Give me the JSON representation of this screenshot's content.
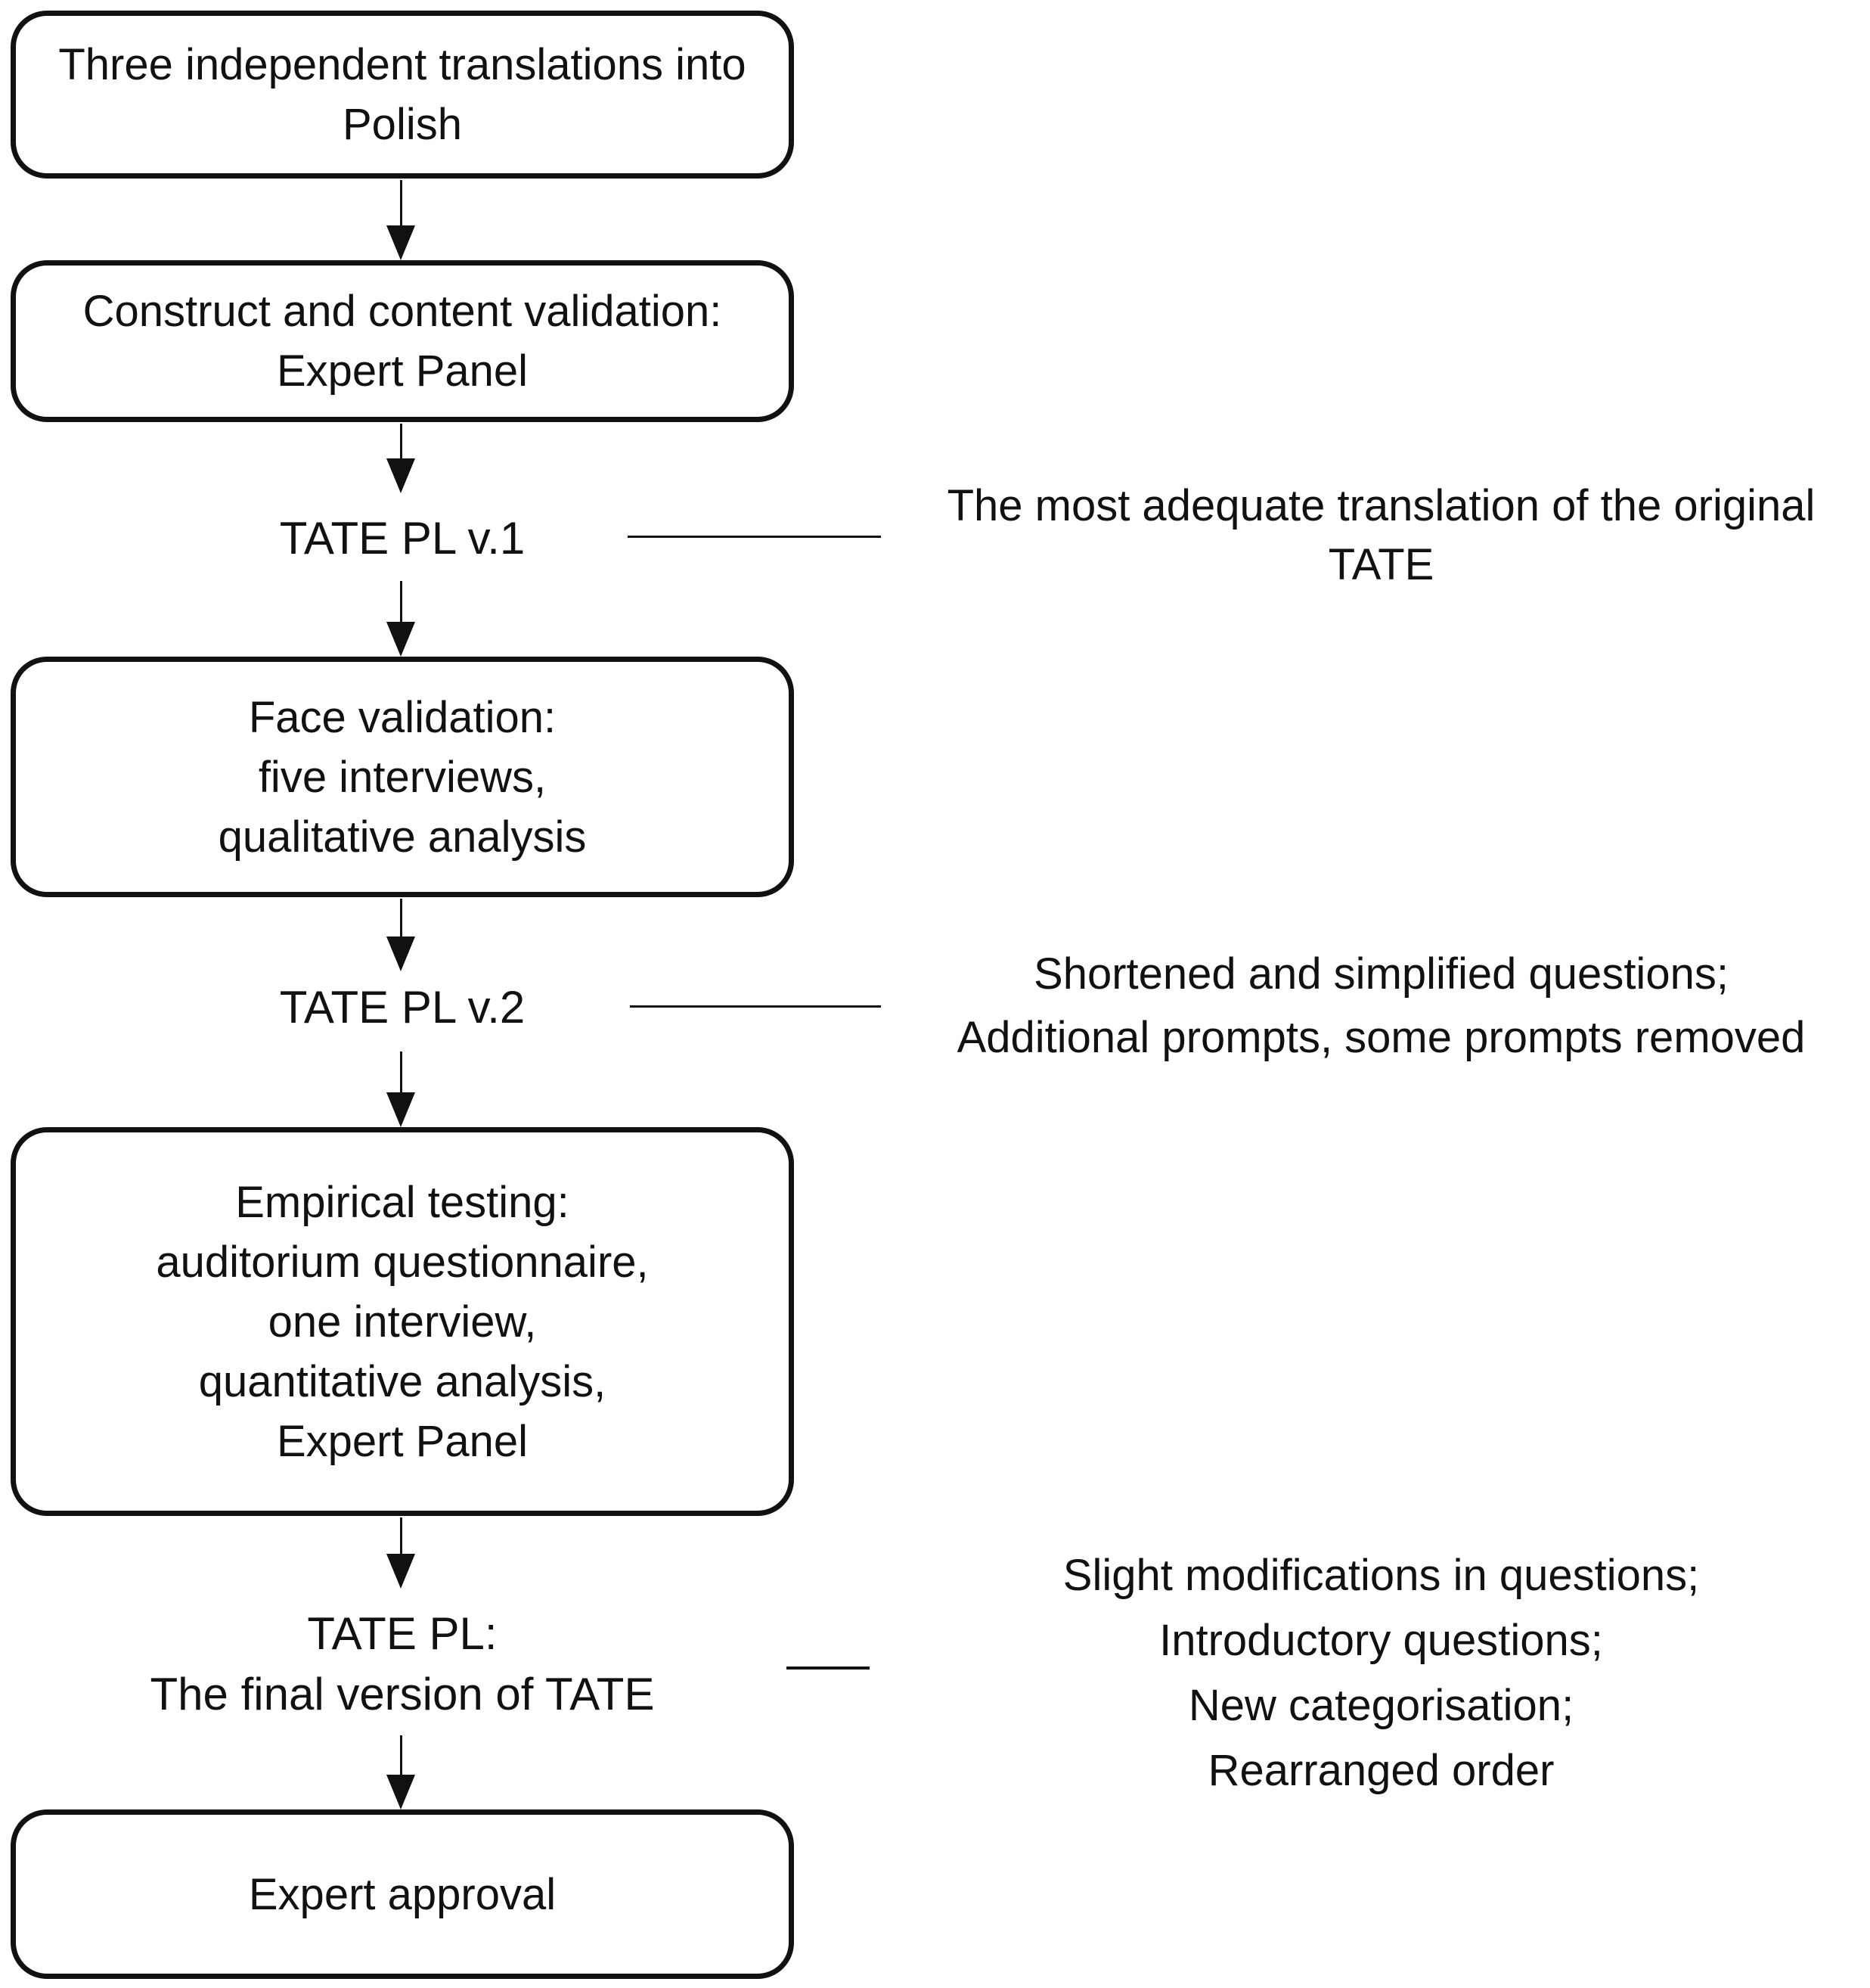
{
  "flow": {
    "colors": {
      "ink": "#111111",
      "background": "#ffffff"
    },
    "boxes": [
      {
        "id": "translations",
        "lines": [
          "Three independent translations into",
          "Polish"
        ]
      },
      {
        "id": "construct",
        "lines": [
          "Construct and content validation:",
          "Expert Panel"
        ]
      },
      {
        "id": "face-validation",
        "lines": [
          "Face validation:",
          "five interviews,",
          "qualitative analysis"
        ]
      },
      {
        "id": "empirical-testing",
        "lines": [
          "Empirical testing:",
          "auditorium questionnaire,",
          "one interview,",
          "quantitative analysis,",
          "Expert Panel"
        ]
      },
      {
        "id": "expert-approval",
        "lines": [
          "Expert approval"
        ]
      }
    ],
    "labels": [
      {
        "id": "tate-pl-v1",
        "lines": [
          "TATE PL v.1"
        ]
      },
      {
        "id": "tate-pl-v2",
        "lines": [
          "TATE PL v.2"
        ]
      },
      {
        "id": "tate-pl-final",
        "lines": [
          "TATE PL:",
          "The final version of TATE"
        ]
      }
    ],
    "annotations": [
      {
        "id": "v1-note",
        "lines": [
          "The most adequate translation of the original",
          "TATE"
        ]
      },
      {
        "id": "v2-note",
        "lines": [
          "Shortened and simplified questions;",
          "Additional prompts, some prompts removed"
        ]
      },
      {
        "id": "final-note",
        "lines": [
          "Slight modifications in questions;",
          "Introductory questions;",
          "New categorisation;",
          "Rearranged order"
        ]
      }
    ]
  }
}
